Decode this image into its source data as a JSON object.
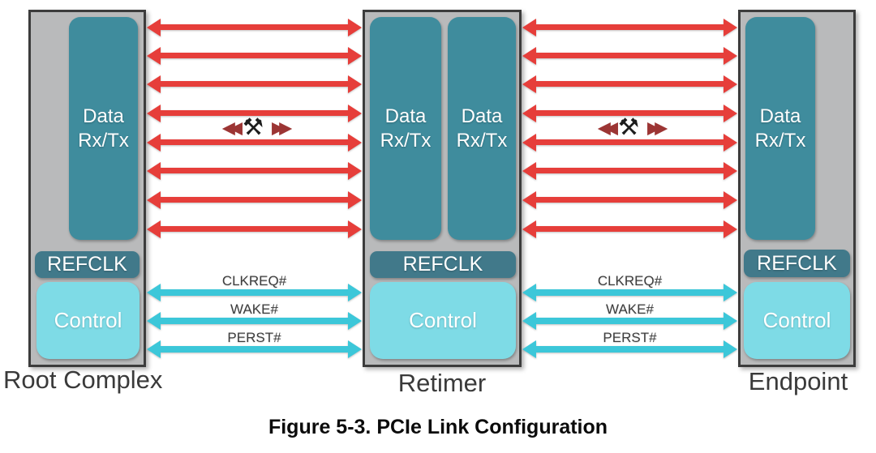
{
  "caption": "Figure 5-3. PCIe Link Configuration",
  "palette": {
    "lane_arrow_red": "#e63e3a",
    "signal_arrow_cyan": "#3cc7d9",
    "data_block_teal": "#3f8c9d",
    "refclk_teal": "#41798a",
    "control_cyan": "#7edbe6",
    "chassis_gray": "#b9babb",
    "outline_dark": "#3c3c3c"
  },
  "blocks": {
    "root_complex": {
      "label": "Root Complex",
      "data": "Data\nRx/Tx",
      "refclk": "REFCLK",
      "control": "Control"
    },
    "retimer": {
      "label": "Retimer",
      "data_left": "Data\nRx/Tx",
      "data_right": "Data\nRx/Tx",
      "refclk": "REFCLK",
      "control": "Control"
    },
    "endpoint": {
      "label": "Endpoint",
      "data": "Data\nRx/Tx",
      "refclk": "REFCLK",
      "control": "Control"
    }
  },
  "links": {
    "root_to_retimer": {
      "lane_count": 8,
      "eq": {
        "left": "◀◀",
        "tool": "⚒",
        "right": "▶▶"
      },
      "signals": [
        "CLKREQ#",
        "WAKE#",
        "PERST#"
      ]
    },
    "retimer_to_endpoint": {
      "lane_count": 8,
      "eq": {
        "left": "◀◀",
        "tool": "⚒",
        "right": "▶▶"
      },
      "signals": [
        "CLKREQ#",
        "WAKE#",
        "PERST#"
      ]
    }
  }
}
